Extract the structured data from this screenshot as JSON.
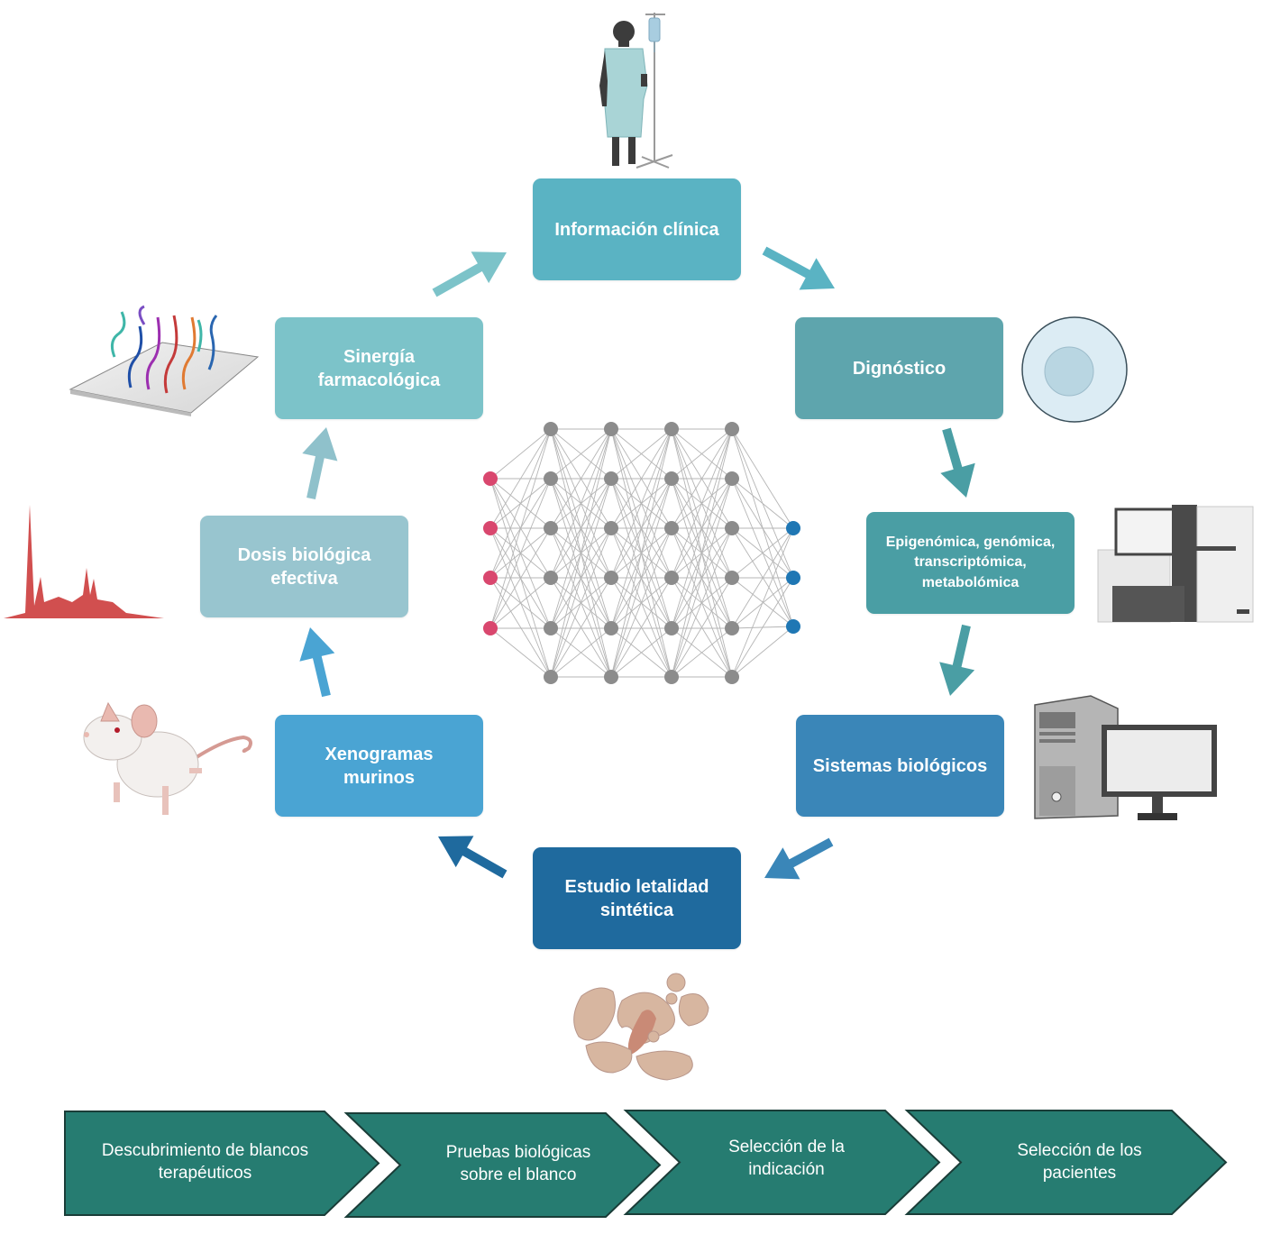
{
  "cycle": {
    "steps": [
      {
        "id": "info",
        "label": "Información clínica",
        "color": "#5ab3c3"
      },
      {
        "id": "diag",
        "label": "Dignóstico",
        "color": "#5ea5ad"
      },
      {
        "id": "omics",
        "label": "Epigenómica, genómica, transcriptómica, metabolómica",
        "color": "#4a9ea4"
      },
      {
        "id": "sys",
        "label": "Sistemas biológicos",
        "color": "#3a86b8"
      },
      {
        "id": "lethal",
        "label": "Estudio letalidad sintética",
        "color": "#1f6a9e"
      },
      {
        "id": "xeno",
        "label": "Xenogramas murinos",
        "color": "#4aa4d3"
      },
      {
        "id": "dose",
        "label": "Dosis biológica efectiva",
        "color": "#98c5cf"
      },
      {
        "id": "synergy",
        "label": "Sinergía farmacológica",
        "color": "#7cc3c9"
      }
    ],
    "arrow_colors": {
      "info_to_diag": "#5ab3c3",
      "diag_to_omics": "#4a9ea4",
      "omics_to_sys": "#4a9ea4",
      "sys_to_lethal": "#3a86b8",
      "lethal_to_xeno": "#1f6a9e",
      "xeno_to_dose": "#4aa4d3",
      "dose_to_synergy": "#8fc1cb",
      "synergy_to_info": "#7cc3c9"
    }
  },
  "neural_network": {
    "input_color": "#d9476e",
    "hidden_color": "#8c8c8c",
    "output_color": "#1f77b4",
    "input_nodes": 4,
    "hidden_layers": 4,
    "hidden_nodes_per_layer": 6,
    "output_nodes": 3
  },
  "illustrations": {
    "patient": "patient-with-iv-drip",
    "cell": "cell",
    "sequencer": "sequencing-machine",
    "computer": "desktop-computer",
    "tissue": "tissue-sample",
    "mouse": "white-lab-mouse",
    "spectrum": "mass-spectrum",
    "microarray": "dna-microarray"
  },
  "pipeline": {
    "color": "#267c71",
    "stages": [
      {
        "line1": "Descubrimiento de blancos",
        "line2": "terapéuticos"
      },
      {
        "line1": "Pruebas biológicas",
        "line2": "sobre el blanco"
      },
      {
        "line1": "Selección de la",
        "line2": "indicación"
      },
      {
        "line1": "Selección de los",
        "line2": "pacientes"
      }
    ]
  }
}
